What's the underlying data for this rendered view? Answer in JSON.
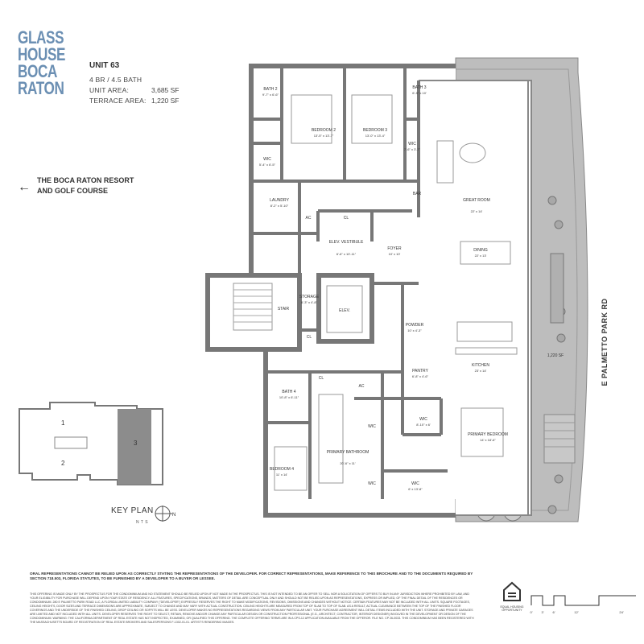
{
  "brand": {
    "logo_lines": [
      "GLASS",
      "HOUSE",
      "BOCA",
      "RATON"
    ],
    "color": "#6b8fb3"
  },
  "unit": {
    "title": "UNIT 63",
    "config": "4 BR / 4.5 BATH",
    "area_label": "UNIT AREA:",
    "area_value": "3,685 SF",
    "terrace_label": "TERRACE AREA:",
    "terrace_value": "1,220 SF"
  },
  "direction": {
    "line1": "THE BOCA RATON RESORT",
    "line2": "AND GOLF COURSE",
    "arrow": "←"
  },
  "street": "E PALMETTO PARK RD",
  "terrace_area_label": "1,220 SF",
  "rooms": {
    "bath2": {
      "name": "BATH 2",
      "dim": "9'-7\" x 6'-6\""
    },
    "bedroom2": {
      "name": "BEDROOM 2",
      "dim": "13'-5\" x 13'-7\""
    },
    "bedroom3": {
      "name": "BEDROOM 3",
      "dim": "13'-0\" x 13'-4\""
    },
    "bath3": {
      "name": "BATH 3",
      "dim": "6'-5\" x 10'"
    },
    "wic_top_left": {
      "name": "WIC",
      "dim": "5'-4\" x 6'-5\""
    },
    "wic_top_right": {
      "name": "WIC",
      "dim": "7'-6\" x 3'-7\""
    },
    "laundry": {
      "name": "LAUNDRY",
      "dim": "8'-2\" x 5'-10\""
    },
    "bar": {
      "name": "BAR"
    },
    "great_room": {
      "name": "GREAT ROOM",
      "dim": "22' x 14'"
    },
    "ac1": {
      "name": "AC"
    },
    "cl1": {
      "name": "CL"
    },
    "elev_vestibule": {
      "name": "ELEV. VESTIBULE",
      "dim": "6'-6\" x 10'-11\""
    },
    "foyer": {
      "name": "FOYER",
      "dim": "10' x 10'"
    },
    "dining": {
      "name": "DINING",
      "dim": "22' x 13'"
    },
    "storage": {
      "name": "STORAGE",
      "dim": "6'-3\" x 4'-8\""
    },
    "stair": {
      "name": "STAIR"
    },
    "elev": {
      "name": "ELEV."
    },
    "cl2": {
      "name": "CL"
    },
    "powder": {
      "name": "POWDER",
      "dim": "10' x 4'-3\""
    },
    "pantry": {
      "name": "PANTRY",
      "dim": "6'-8\" x 4'-6\""
    },
    "kitchen": {
      "name": "KITCHEN",
      "dim": "23' x 14'"
    },
    "cl3": {
      "name": "CL"
    },
    "ac2": {
      "name": "AC"
    },
    "bath4": {
      "name": "BATH 4",
      "dim": "10'-8\" x 6'-11\""
    },
    "wic_mid": {
      "name": "WIC",
      "dim": "8'-10\" x 6'"
    },
    "primary_bedroom": {
      "name": "PRIMARY BEDROOM",
      "dim": "14' x 18'-6\""
    },
    "wic_b1": {
      "name": "WIC"
    },
    "wic_b2": {
      "name": "WIC"
    },
    "primary_bathroom": {
      "name": "PRIMARY BATHROOM",
      "dim": "20'-6\" x 11'"
    },
    "bedroom4": {
      "name": "BEDROOM 4",
      "dim": "11' x 14'"
    },
    "wic_bottom": {
      "name": "WIC",
      "dim": "6' x 13'-8\""
    }
  },
  "keyplan": {
    "label": "KEY PLAN",
    "nts": "N T S",
    "north": "N",
    "units": [
      "1",
      "2",
      "3"
    ],
    "highlight_color": "#8c8c8c"
  },
  "scale_bar": {
    "ticks": [
      "0'",
      "3'",
      "6'",
      "12'",
      "24'"
    ]
  },
  "eho": {
    "line1": "EQUAL HOUSING",
    "line2": "OPPORTUNITY"
  },
  "disclaimer": "ORAL REPRESENTATIONS CANNOT BE RELIED UPON AS CORRECTLY STATING THE REPRESENTATIONS OF THE DEVELOPER. FOR CORRECT REPRESENTATIONS, MAKE REFERENCE TO THIS BROCHURE AND TO THE DOCUMENTS REQUIRED BY SECTION 718.503, FLORIDA STATUTES, TO BE FURNISHED BY A DEVELOPER TO A BUYER OR LESSEE.",
  "fineprint": "THIS OFFERING IS MADE ONLY BY THE PROSPECTUS FOR THE CONDOMINIUM AND NO STATEMENT SHOULD BE RELIED UPON IF NOT MADE IN THE PROSPECTUS. THIS IS NOT INTENDED TO BE AN OFFER TO SELL NOR A SOLICITATION OF OFFERS TO BUY IN ANY JURISDICTION WHERE PROHIBITED BY LAW, AND YOUR ELIGIBILITY FOR PURCHASE WILL DEPEND UPON YOUR STATE OF RESIDENCY. ALL FEATURES, SPECIFICATIONS, BRANDS, MATTERS OF DETAIL ARE CONCEPTUAL ONLY AND SHOULD NOT BE RELIED UPON AS REPRESENTATIONS, EXPRESS OR IMPLIED, OF THE FINAL DETAIL OF THE RESIDENCES OR CONDOMINIUM. 280 E PALMETTO PARK ROAD LLC, A FLORIDA LIMITED LIABILITY COMPANY (\"DEVELOPER\") EXPRESSLY RESERVES THE RIGHT TO MAKE MODIFICATIONS, REVISIONS, OMISSIONS AND CHANGES WITHOUT NOTICE. CERTAIN FEATURES MAY NOT BE INCLUDED WITH ALL UNITS. SQUARE FOOTAGES, CEILING HEIGHTS, DOOR SIZES AND TERRACE DIMENSIONS ARE APPROXIMATE, SUBJECT TO CHANGE AND MAY VARY WITH ACTUAL CONSTRUCTION. CEILING HEIGHTS ARE MEASURED FROM TOP OF SLAB TO TOP OF SLAB. AS A RESULT, ACTUAL CLEARANCE BETWEEN THE TOP OF THE FINISHED FLOOR COVERINGS AND THE UNDERSIDE OF THE FINISHED CEILING, DROP CEILING OR SOFFITS WILL BE LESS. DEVELOPER MAKES NO REPRESENTATIONS REGARDING VIEWS FROM ANY PARTICULAR UNIT. YOUR PURCHASE AGREEMENT WILL DETAIL ITEMS INCLUDED WITH THE UNIT. STORAGE AND PRIVATE GARAGES ARE LIMITED AND NOT INCLUDED WITH ALL UNITS. DEVELOPER RESERVES THE RIGHT TO SELECT, RETAIN, REMOVE AND/OR CHANGE ANY PARTICULAR DESIGN OR CONSTRUCTION PROFESSIONAL (E.G., ARCHITECT, CONTRACTOR, INTERIOR DESIGNER) INVOLVED IN THE DEVELOPMENT OR DESIGN OF THE CONDOMINIUM. WARNING: THE CALIFORNIA DEPARTMENT OF REAL ESTATE HAS NOT INSPECTED, EXAMINED, OR QUALIFIED THIS OFFERING. THE COMPLETE OFFERING TERMS ARE IN A CPS-12 APPLICATION AVAILABLE FROM THE OFFEROR. FILE NO. CP 26-0033. THIS CONDOMINIUM HAS BEEN REGISTERED WITH THE MASSACHUSETTS BOARD OF REGISTRATION OF REAL ESTATE BROKERS AND SALESPERSONS F-1302-01-01. ARTIST'S RENDERING IMAGES."
}
